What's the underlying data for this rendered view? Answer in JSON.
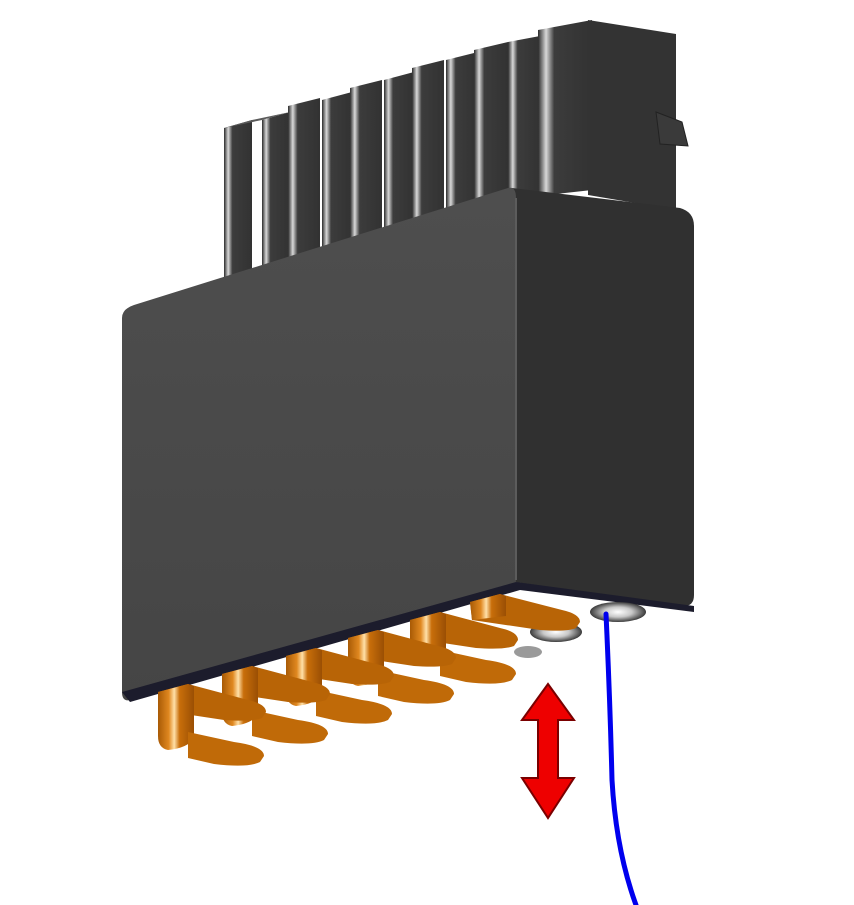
{
  "scene": {
    "subject": "connector-housing",
    "contact_count": 8,
    "visible_contacts": 6,
    "recessed_contacts": 2,
    "rib_count": 8,
    "colors": {
      "background": "#ffffff",
      "housing_front": "#4a4a4a",
      "housing_side": "#303030",
      "housing_top": "#5a5a5a",
      "rib": "#3a3a3a",
      "contact": "#c06a08",
      "contact_highlight": "#ffd79a",
      "arrow": "#ee0000",
      "wire": "#0000ee"
    },
    "indicators": {
      "arrow": "double-vertical-arrow",
      "wire": "blue-wire"
    }
  }
}
